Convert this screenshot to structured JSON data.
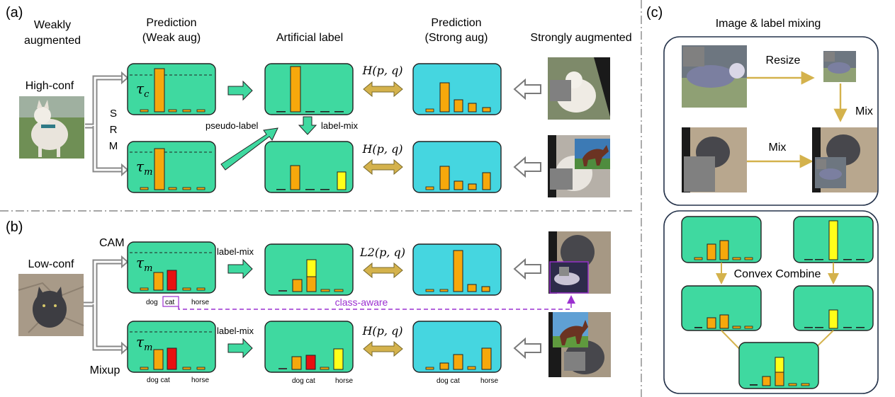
{
  "panel_a": {
    "tag": "(a)",
    "col_weak": [
      "Weakly",
      "augmented"
    ],
    "col_pred_weak": [
      "Prediction",
      "(Weak aug)"
    ],
    "col_artificial": "Artificial label",
    "col_pred_strong": [
      "Prediction",
      "(Strong aug)"
    ],
    "col_strong": "Strongly augmented",
    "high_conf": "High-conf",
    "srm": [
      "S",
      "R",
      "M"
    ],
    "tau_c": "τ",
    "tau_c_sub": "c",
    "tau_m": "τ",
    "tau_m_sub": "m",
    "pseudo_label": "pseudo-label",
    "label_mix": "label-mix",
    "loss_top": "H(p, q)",
    "loss_bottom": "H(p, q)"
  },
  "panel_b": {
    "tag": "(b)",
    "low_conf": "Low-conf",
    "cam": "CAM",
    "mixup": "Mixup",
    "tau_top": "τ",
    "tau_top_sub": "m",
    "tau_bottom": "τ",
    "tau_bottom_sub": "m",
    "label_mix_top": "label-mix",
    "label_mix_bottom": "label-mix",
    "loss_top": "L2(p, q)",
    "loss_bottom": "H(p, q)",
    "class_aware": "class-aware",
    "dog": "dog",
    "cat": "cat",
    "dog_cat": "dog cat",
    "horse": "horse"
  },
  "panel_c": {
    "tag": "(c)",
    "title": "Image & label mixing",
    "resize": "Resize",
    "mix_right": "Mix",
    "mix_left": "Mix",
    "convex_combine": "Convex Combine"
  },
  "colors": {
    "green_box": "#3fd9a0",
    "cyan_box": "#45d6e0",
    "orange_bar": "#f6a80c",
    "red_bar": "#e81010",
    "yellow_bar": "#ffff1a",
    "arrow_green": "#3fd9a0",
    "arrow_gold": "#d4b24c",
    "arrow_hollow": "#7a7a7a",
    "class_aware": "#9b30d0"
  },
  "icons": [
    "dog-photo-icon",
    "cat-photo-icon",
    "horse-photo-icon",
    "patch-icon"
  ]
}
